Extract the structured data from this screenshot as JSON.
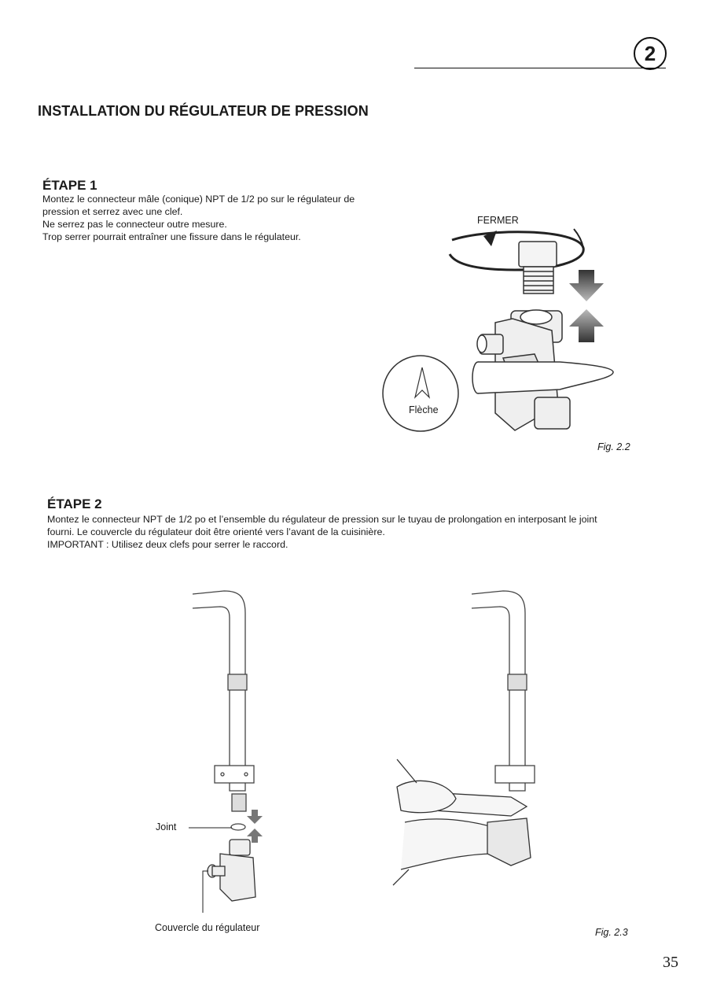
{
  "chapter": {
    "number": "2"
  },
  "section_title": "INSTALLATION DU RÉGULATEUR DE PRESSION",
  "step1": {
    "title": "ÉTAPE 1",
    "lines": [
      "Montez le connecteur mâle (conique) NPT de 1/2 po sur le régulateur de",
      "pression et serrez avec une clef.",
      "Ne serrez pas le connecteur outre mesure.",
      "Trop serrer pourrait entraîner une fissure dans le régulateur."
    ]
  },
  "fig22": {
    "label_close": "FERMER",
    "label_arrow": "Flèche",
    "caption": "Fig. 2.2"
  },
  "step2": {
    "title": "ÉTAPE 2",
    "lines": [
      "Montez le connecteur NPT de 1/2 po et l’ensemble du régulateur de pression sur le tuyau de prolongation en interposant le joint",
      "fourni. Le couvercle du régulateur doit être orienté vers l’avant de la cuisinière.",
      "IMPORTANT : Utilisez deux clefs pour serrer le raccord."
    ]
  },
  "fig23": {
    "label_joint": "Joint",
    "label_cover": "Couvercle du régulateur",
    "caption": "Fig. 2.3"
  },
  "page_number": "35"
}
